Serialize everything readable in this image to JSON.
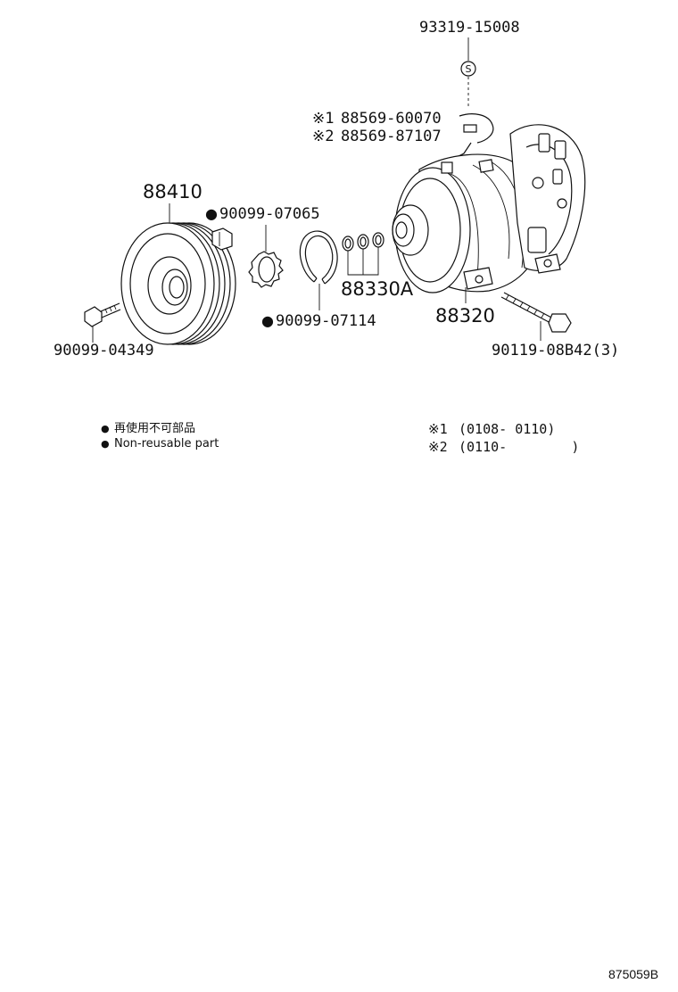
{
  "parts": {
    "p93319": "93319-15008",
    "s_mark": "S",
    "note1_mark": "※1",
    "note2_mark": "※2",
    "p88569a": "88569-60070",
    "p88569b": "88569-87107",
    "p88410": "88410",
    "p90099_07065": "90099-07065",
    "p88330A": "88330A",
    "p88320": "88320",
    "p90099_07114": "90099-07114",
    "p90099_04349": "90099-04349",
    "p90119": "90119-08B42(3)"
  },
  "legend": {
    "jp": "再使用不可部品",
    "en": "Non-reusable part"
  },
  "notes": {
    "n1_mark": "※1",
    "n1_range": "(0108- 0110)",
    "n2_mark": "※2",
    "n2_range": "(0110-        )"
  },
  "diagram_code": "875059B"
}
